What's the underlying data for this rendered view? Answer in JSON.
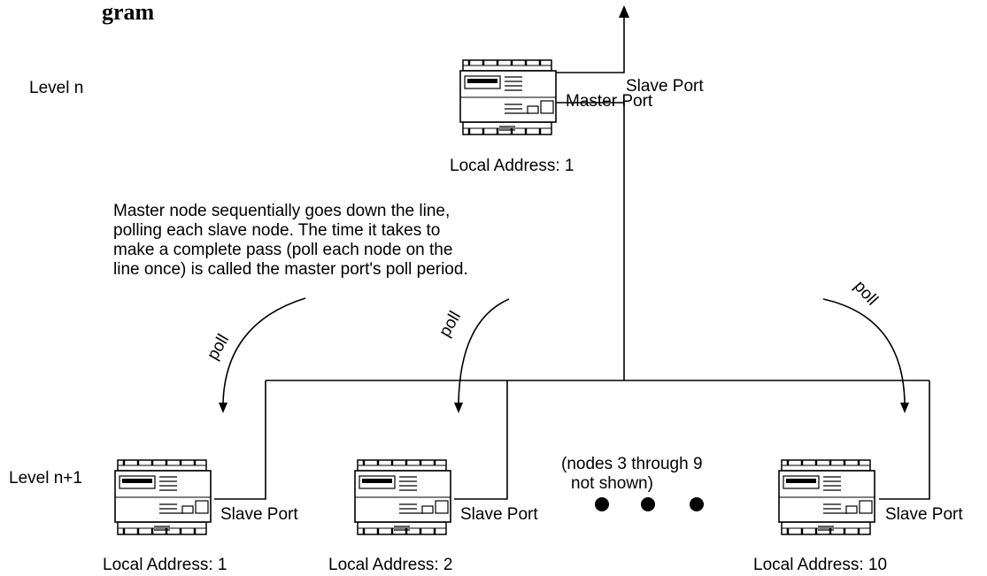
{
  "title_fragment": "gram",
  "levels": {
    "top": "Level n",
    "bottom": "Level n+1"
  },
  "master": {
    "slave_port": "Slave Port",
    "master_port": "Master Port",
    "address": "Local Address: 1"
  },
  "description_lines": [
    "Master node sequentially goes down the line,",
    "polling each slave node. The time it takes to",
    "make a complete pass (poll each node on the",
    "line once) is called the master port's poll period."
  ],
  "poll_label": "poll",
  "slaves": [
    {
      "port": "Slave Port",
      "address": "Local Address: 1"
    },
    {
      "port": "Slave Port",
      "address": "Local Address: 2"
    },
    {
      "port": "Slave Port",
      "address": "Local Address: 10"
    }
  ],
  "not_shown": [
    "(nodes 3 through 9",
    "not shown)"
  ]
}
